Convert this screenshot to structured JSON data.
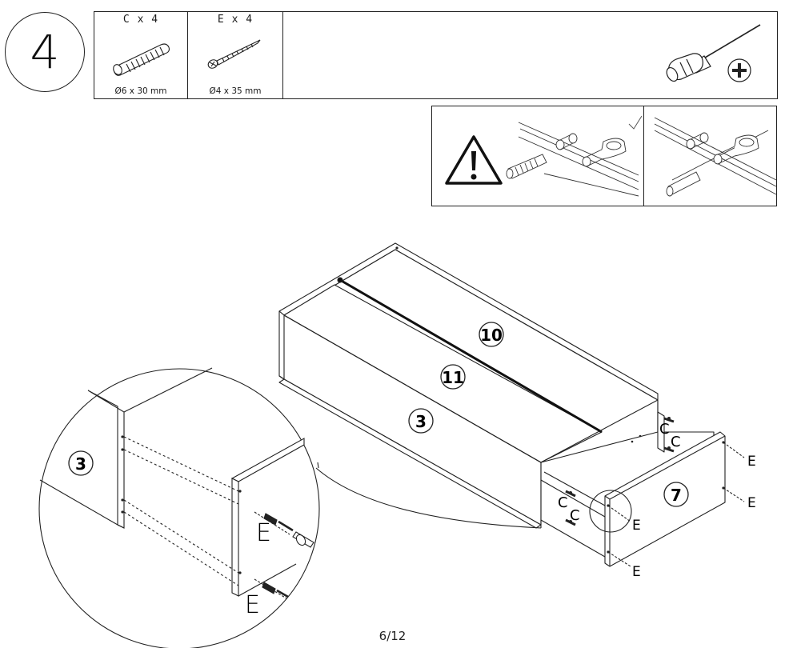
{
  "step": {
    "number": "4"
  },
  "parts": [
    {
      "title": "C x 4",
      "dimension": "Ø6 x 30 mm",
      "icon": "dowel-icon"
    },
    {
      "title": "E x 4",
      "dimension": "Ø4 x 35 mm",
      "icon": "screw-icon"
    }
  ],
  "tools": {
    "icon": "phillips-screwdriver-icon"
  },
  "warning": {
    "icon": "exclamation-warning-icon",
    "correct_mark_icon": "checkmark-icon",
    "correct_label": "correct-orientation",
    "incorrect_label": "incorrect-orientation"
  },
  "assembly": {
    "panel_10": "10",
    "panel_11": "11",
    "panel_3": "3",
    "panel_7": "7",
    "label_c": "C",
    "label_e": "E"
  },
  "detail": {
    "panel_3": "3",
    "label_e": "E"
  },
  "page_number": "6/12"
}
